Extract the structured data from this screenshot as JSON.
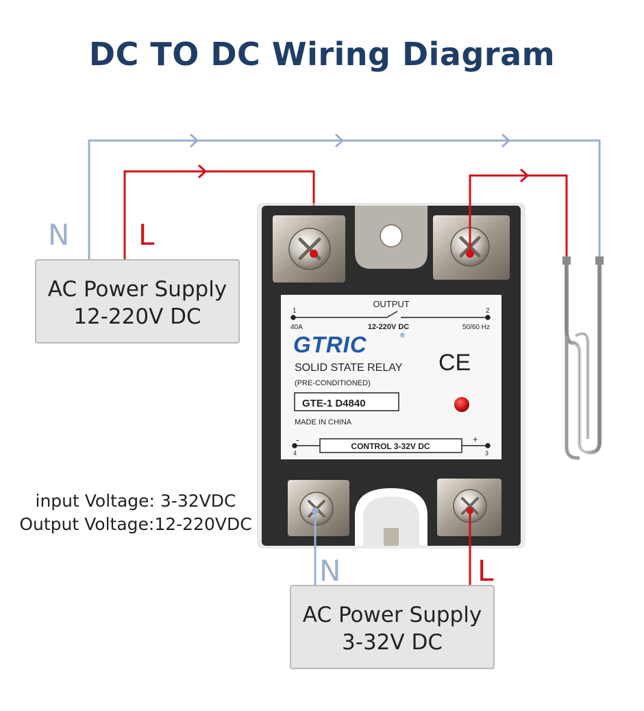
{
  "title": "DC TO DC Wiring Diagram",
  "colors": {
    "title": "#1f3d66",
    "neutral_wire": "#9ab0d0",
    "live_wire": "#d0121b",
    "relay_body": "#2a2a2a",
    "logo": "#1f5aa8"
  },
  "top_supply": {
    "line1": "AC Power Supply",
    "line2": "12-220V DC",
    "n_label": "N",
    "l_label": "L"
  },
  "bottom_supply": {
    "line1": "AC Power Supply",
    "line2": "3-32V DC",
    "n_label": "N",
    "l_label": "L"
  },
  "voltage_info": {
    "input": "input Voltage: 3-32VDC",
    "output": "Output Voltage:12-220VDC"
  },
  "relay": {
    "output_label": "OUTPUT",
    "terminal_1": "1",
    "terminal_2": "2",
    "terminal_3": "3",
    "terminal_4": "4",
    "current": "40A",
    "output_voltage": "12-220V DC",
    "frequency": "50/60 Hz",
    "brand": "GTRIC",
    "registered": "®",
    "product": "SOLID STATE RELAY",
    "preconditioned": "(PRE-CONDITIONED)",
    "model": "GTE-1  D4840",
    "origin": "MADE IN CHINA",
    "ce_mark": "CE",
    "control": "CONTROL 3-32V DC",
    "minus": "-",
    "plus": "+"
  },
  "load_icon": "heating-element-icon"
}
